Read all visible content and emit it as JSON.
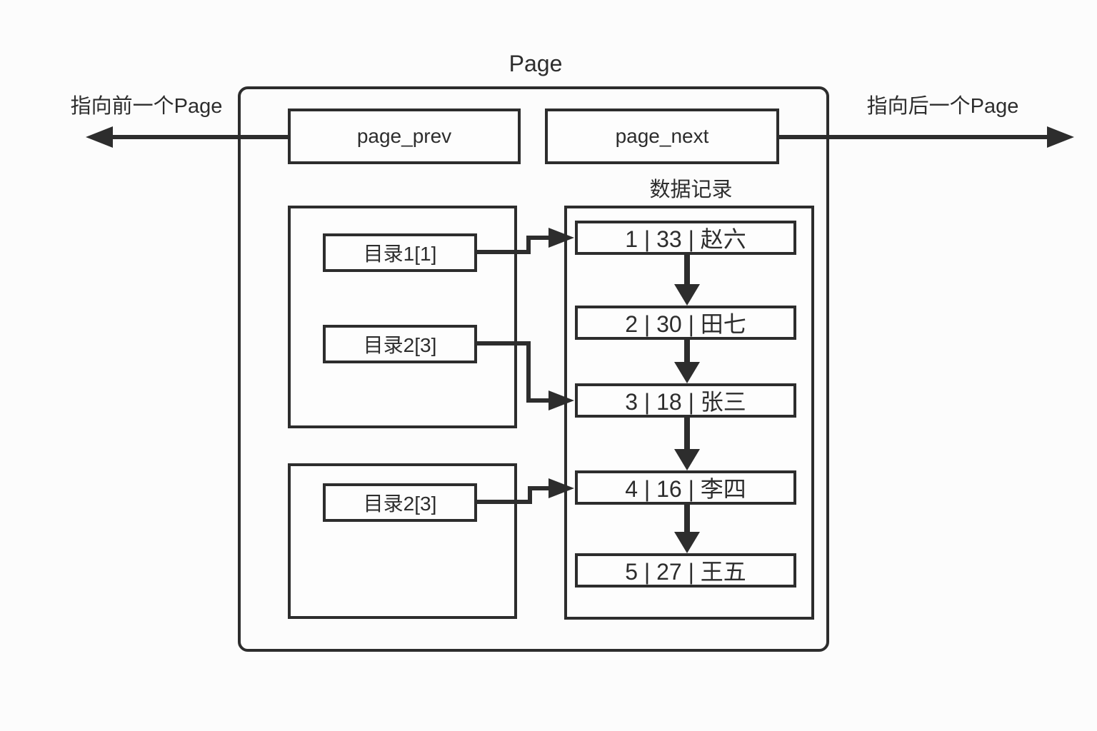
{
  "page": {
    "title": "Page",
    "prev_pointer_label": "指向前一个Page",
    "next_pointer_label": "指向后一个Page",
    "header_slots": {
      "page_prev": "page_prev",
      "page_next": "page_next"
    },
    "records_section": {
      "label": "数据记录",
      "records": [
        {
          "text": "1 | 33 | 赵六"
        },
        {
          "text": "2 | 30 | 田七"
        },
        {
          "text": "3 | 18 | 张三"
        },
        {
          "text": "4 | 16 | 李四"
        },
        {
          "text": "5 | 27 | 王五"
        }
      ]
    },
    "directory_groups": [
      {
        "entries": [
          {
            "label": "目录1[1]"
          },
          {
            "label": "目录2[3]"
          }
        ]
      },
      {
        "entries": [
          {
            "label": "目录2[3]"
          }
        ]
      }
    ],
    "colors": {
      "stroke": "#2d2d2d",
      "background": "#fcfcfc"
    }
  }
}
